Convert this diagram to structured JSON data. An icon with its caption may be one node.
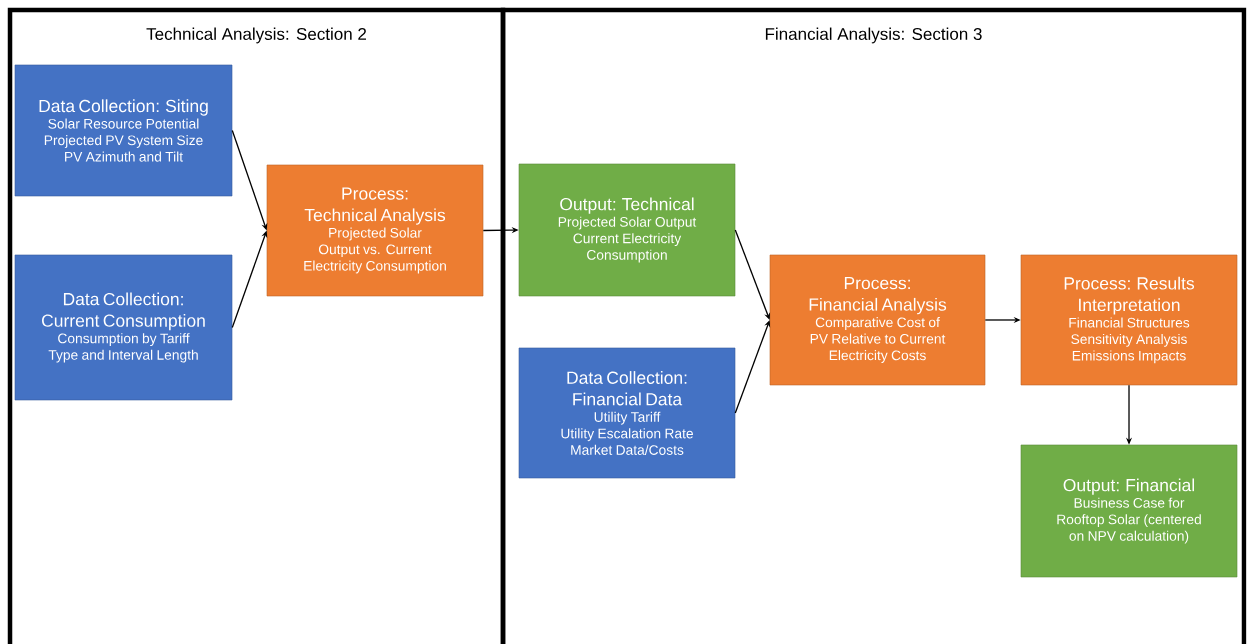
{
  "diagram": {
    "nodes": [
      {
        "text": [
          "Technical Analysis: Section 2"
        ]
      },
      {
        "text": [
          "Financial Analysis: Section 3"
        ]
      },
      {
        "text": [
          "Data Collection: Siting",
          "Solar Resource Potential",
          "Projected PV System Size",
          "PV Azimuth and Tilt"
        ],
        "in": 0
      },
      {
        "text": [
          "Data Collection: Current Consumption",
          "Consumption by Tariff Type and Interval Length"
        ],
        "in": 0
      },
      {
        "text": [
          "Process: Technical Analysis",
          "Projected Solar Output vs. Current Electricity Consumption"
        ],
        "in": 0
      },
      {
        "text": [
          "Output: Technical",
          "Projected Solar Output",
          "Current Electricity Consumption"
        ],
        "in": 1
      },
      {
        "text": [
          "Data Collection: Financial Data",
          "Utility Tariff",
          "Utility Escalation Rate",
          "Market Data/Costs"
        ],
        "in": 1
      },
      {
        "text": [
          "Process: Financial Analysis",
          "Comparative Cost of PV Relative to Current Electricity Costs"
        ],
        "in": 1
      },
      {
        "text": [
          "Process: Results Interpretation",
          "Financial Structures",
          "Sensitivity Analysis",
          "Emissions Impacts"
        ],
        "in": 1
      },
      {
        "text": [
          "Output: Financial",
          "Business Case for Rooftop Solar (centered on NPV calculation)"
        ],
        "in": 1
      }
    ],
    "edges": [
      {
        "from": 2,
        "to": 4,
        "arrow": "to"
      },
      {
        "from": 3,
        "to": 4,
        "arrow": "to"
      },
      {
        "from": 4,
        "to": 5,
        "arrow": "to"
      },
      {
        "from": 5,
        "to": 7,
        "arrow": "to"
      },
      {
        "from": 6,
        "to": 7,
        "arrow": "to"
      },
      {
        "from": 7,
        "to": 8,
        "arrow": "to"
      },
      {
        "from": 8,
        "to": 9,
        "arrow": "to"
      }
    ]
  }
}
